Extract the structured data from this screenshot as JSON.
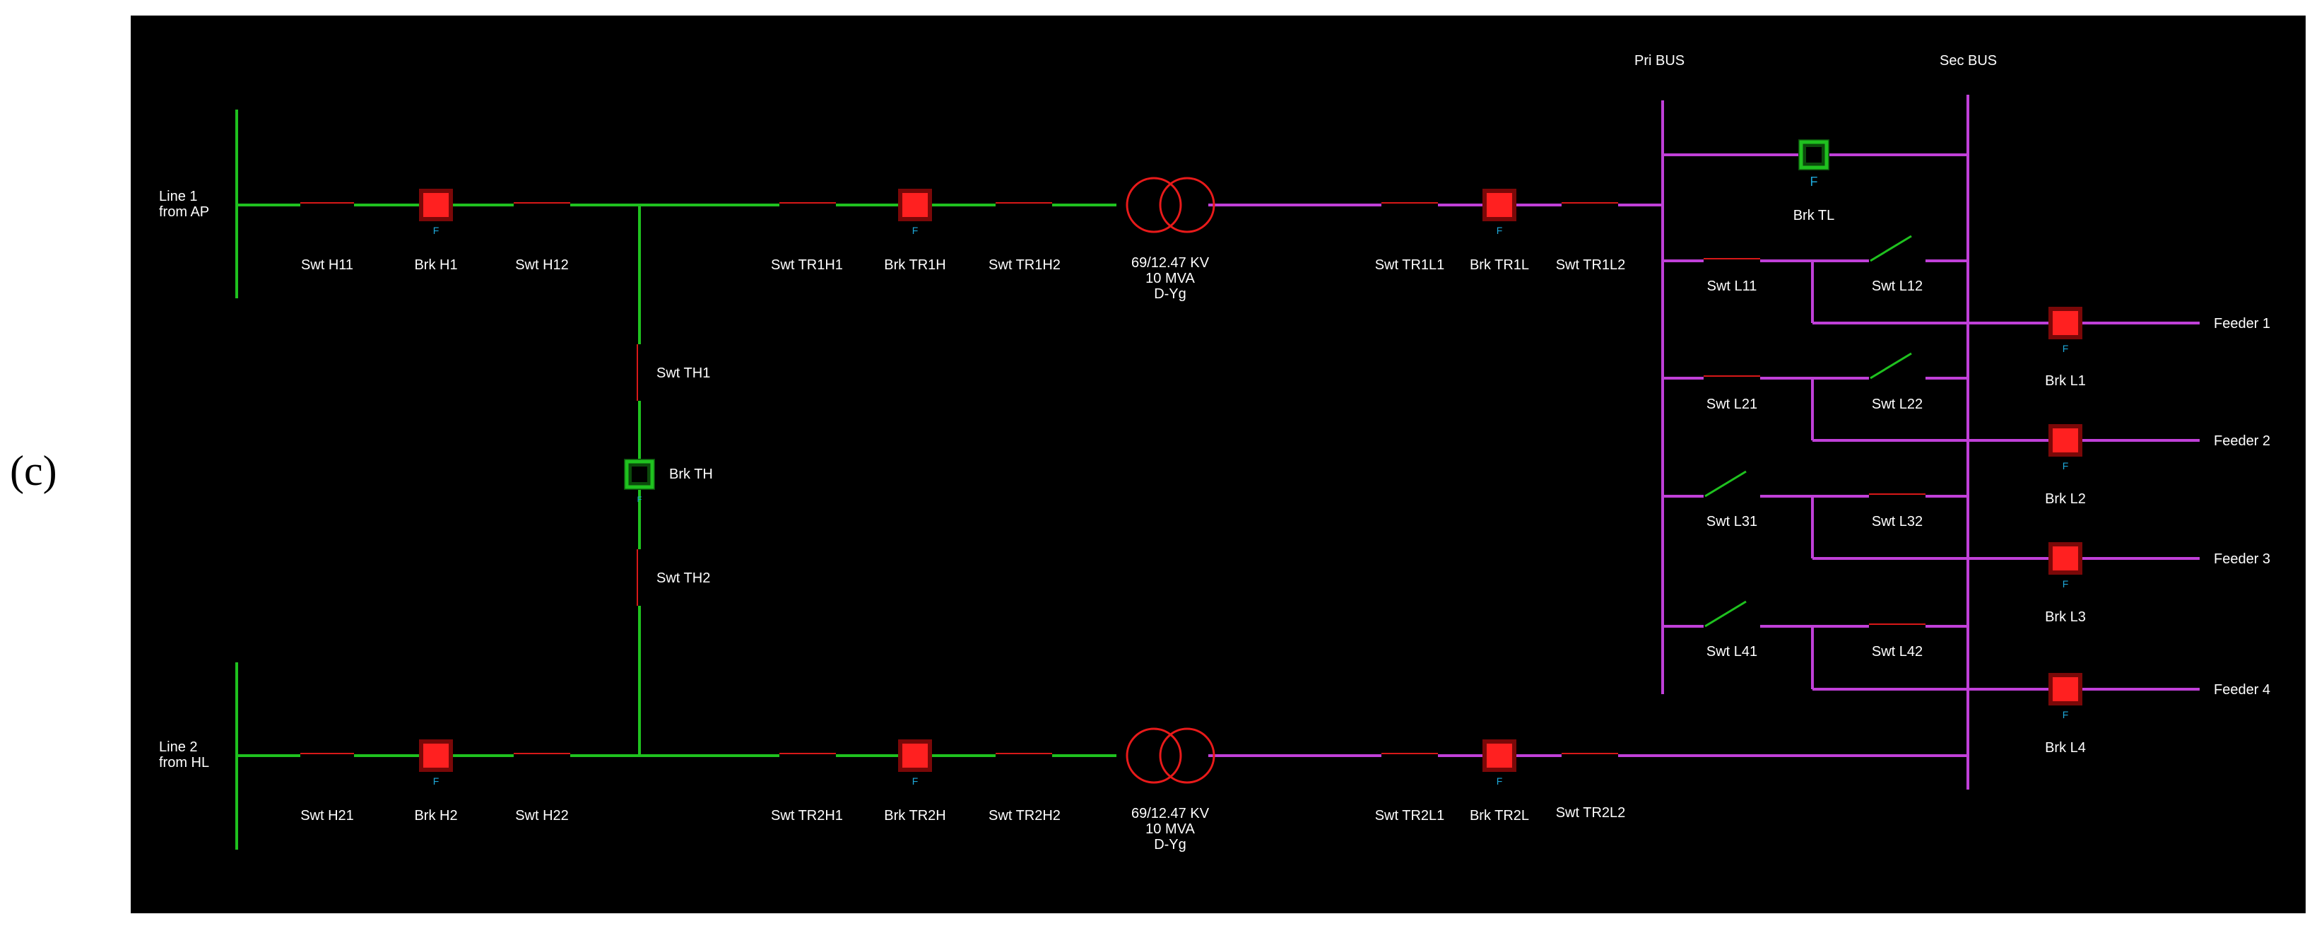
{
  "panel_label": "(c)",
  "colors": {
    "background": "#000000",
    "high_voltage": "#1fc11f",
    "low_voltage": "#c040d8",
    "breaker_closed": "#e81a1a",
    "breaker_open": "#1fc11f",
    "switch_closed": "#d81818",
    "switch_open": "#1fc11f",
    "flag": "#1ea8d8"
  },
  "buses": {
    "primary": "Pri BUS",
    "secondary": "Sec BUS"
  },
  "lines": {
    "line1": {
      "name": "Line 1",
      "source": "from AP"
    },
    "line2": {
      "name": "Line 2",
      "source": "from HL"
    }
  },
  "transformers": {
    "tr1": {
      "rating": "69/12.47 KV",
      "capacity": "10 MVA",
      "connection": "D-Yg"
    },
    "tr2": {
      "rating": "69/12.47 KV",
      "capacity": "10 MVA",
      "connection": "D-Yg"
    }
  },
  "breakers": {
    "h1": {
      "label": "Brk H1",
      "flag": "F",
      "state": "closed"
    },
    "h2": {
      "label": "Brk H2",
      "flag": "F",
      "state": "closed"
    },
    "th": {
      "label": "Brk TH",
      "flag": "F",
      "state": "open"
    },
    "tr1h": {
      "label": "Brk TR1H",
      "flag": "F",
      "state": "closed"
    },
    "tr2h": {
      "label": "Brk TR2H",
      "flag": "F",
      "state": "closed"
    },
    "tr1l": {
      "label": "Brk TR1L",
      "flag": "F",
      "state": "closed"
    },
    "tr2l": {
      "label": "Brk TR2L",
      "flag": "F",
      "state": "closed"
    },
    "tl": {
      "label": "Brk TL",
      "flag": "F",
      "state": "open"
    },
    "l1": {
      "label": "Brk L1",
      "flag": "F",
      "state": "closed"
    },
    "l2": {
      "label": "Brk L2",
      "flag": "F",
      "state": "closed"
    },
    "l3": {
      "label": "Brk L3",
      "flag": "F",
      "state": "closed"
    },
    "l4": {
      "label": "Brk L4",
      "flag": "F",
      "state": "closed"
    }
  },
  "switches": {
    "h11": {
      "label": "Swt H11",
      "state": "closed"
    },
    "h12": {
      "label": "Swt H12",
      "state": "closed"
    },
    "h21": {
      "label": "Swt H21",
      "state": "closed"
    },
    "h22": {
      "label": "Swt H22",
      "state": "closed"
    },
    "th1": {
      "label": "Swt TH1",
      "state": "closed"
    },
    "th2": {
      "label": "Swt TH2",
      "state": "closed"
    },
    "tr1h1": {
      "label": "Swt TR1H1",
      "state": "closed"
    },
    "tr1h2": {
      "label": "Swt TR1H2",
      "state": "closed"
    },
    "tr2h1": {
      "label": "Swt TR2H1",
      "state": "closed"
    },
    "tr2h2": {
      "label": "Swt TR2H2",
      "state": "closed"
    },
    "tr1l1": {
      "label": "Swt TR1L1",
      "state": "closed"
    },
    "tr1l2": {
      "label": "Swt TR1L2",
      "state": "closed"
    },
    "tr2l1": {
      "label": "Swt TR2L1",
      "state": "closed"
    },
    "tr2l2": {
      "label": "Swt TR2L2",
      "state": "closed"
    },
    "l11": {
      "label": "Swt L11",
      "state": "closed"
    },
    "l12": {
      "label": "Swt L12",
      "state": "open"
    },
    "l21": {
      "label": "Swt L21",
      "state": "closed"
    },
    "l22": {
      "label": "Swt L22",
      "state": "open"
    },
    "l31": {
      "label": "Swt L31",
      "state": "open"
    },
    "l32": {
      "label": "Swt L32",
      "state": "closed"
    },
    "l41": {
      "label": "Swt L41",
      "state": "open"
    },
    "l42": {
      "label": "Swt L42",
      "state": "closed"
    }
  },
  "feeders": [
    "Feeder 1",
    "Feeder 2",
    "Feeder 3",
    "Feeder 4"
  ]
}
